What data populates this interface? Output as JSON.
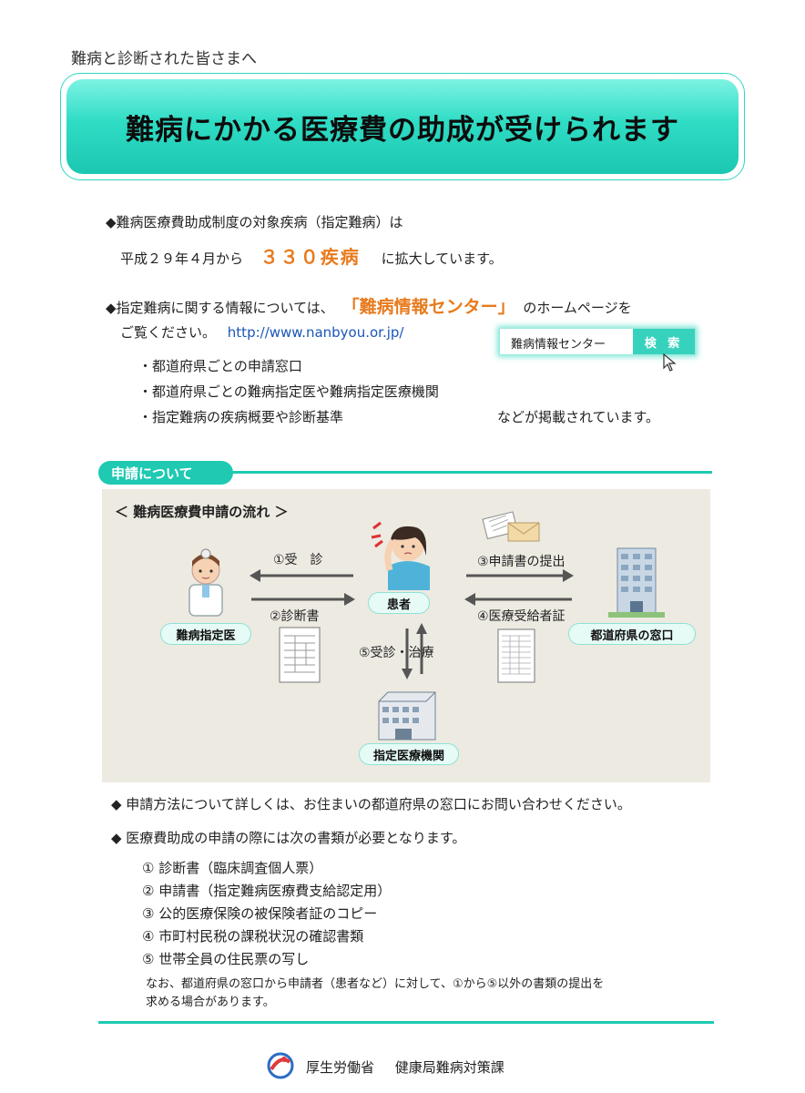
{
  "header": {
    "intro": "難病と診断された皆さまへ",
    "title": "難病にかかる医療費の助成が受けられます"
  },
  "info": {
    "p1_line1": "◆難病医療費助成制度の対象疾病（指定難病）は",
    "p1_line2_pre": "平成２９年４月から",
    "p1_highlight": "３３０疾病",
    "p1_line2_post": "に拡大しています。",
    "p2_pre": "◆指定難病に関する情報については、",
    "p2_highlight": "「難病情報センター」",
    "p2_post": "のホームページを",
    "p2_line2": "ご覧ください。",
    "url": "http://www.nanbyou.or.jp/",
    "bullets": [
      "・都道府県ごとの申請窓口",
      "・都道府県ごとの難病指定医や難病指定医療機関",
      "・指定難病の疾病概要や診断基準"
    ],
    "bullets_tail": "などが掲載されています。",
    "search_query": "難病情報センター",
    "search_button": "検 索"
  },
  "section": {
    "label": "申請について",
    "flow_title": "＜ 難病医療費申請の流れ ＞",
    "nodes": {
      "doctor": "難病指定医",
      "patient": "患者",
      "prefecture": "都道府県の窓口",
      "hospital": "指定医療機関"
    },
    "steps": {
      "s1": "①受　診",
      "s2": "②診断書",
      "s3": "③申請書の提出",
      "s4": "④医療受給者証",
      "s5": "⑤受診・治療"
    }
  },
  "bottom": {
    "line1": "◆ 申請方法について詳しくは、お住まいの都道府県の窓口にお問い合わせください。",
    "line2": "◆ 医療費助成の申請の際には次の書類が必要となります。",
    "documents": [
      "① 診断書（臨床調査個人票）",
      "② 申請書（指定難病医療費支給認定用）",
      "③ 公的医療保険の被保険者証のコピー",
      "④ 市町村民税の課税状況の確認書類",
      "⑤ 世帯全員の住民票の写し"
    ],
    "note_line1": "なお、都道府県の窓口から申請者（患者など）に対して、①から⑤以外の書類の提出を",
    "note_line2": "求める場合があります。"
  },
  "footer": {
    "ministry": "厚生労働省",
    "division": "健康局難病対策課"
  },
  "colors": {
    "accent": "#1fc9b2",
    "highlight": "#e87a1d",
    "link": "#1a56b8"
  }
}
